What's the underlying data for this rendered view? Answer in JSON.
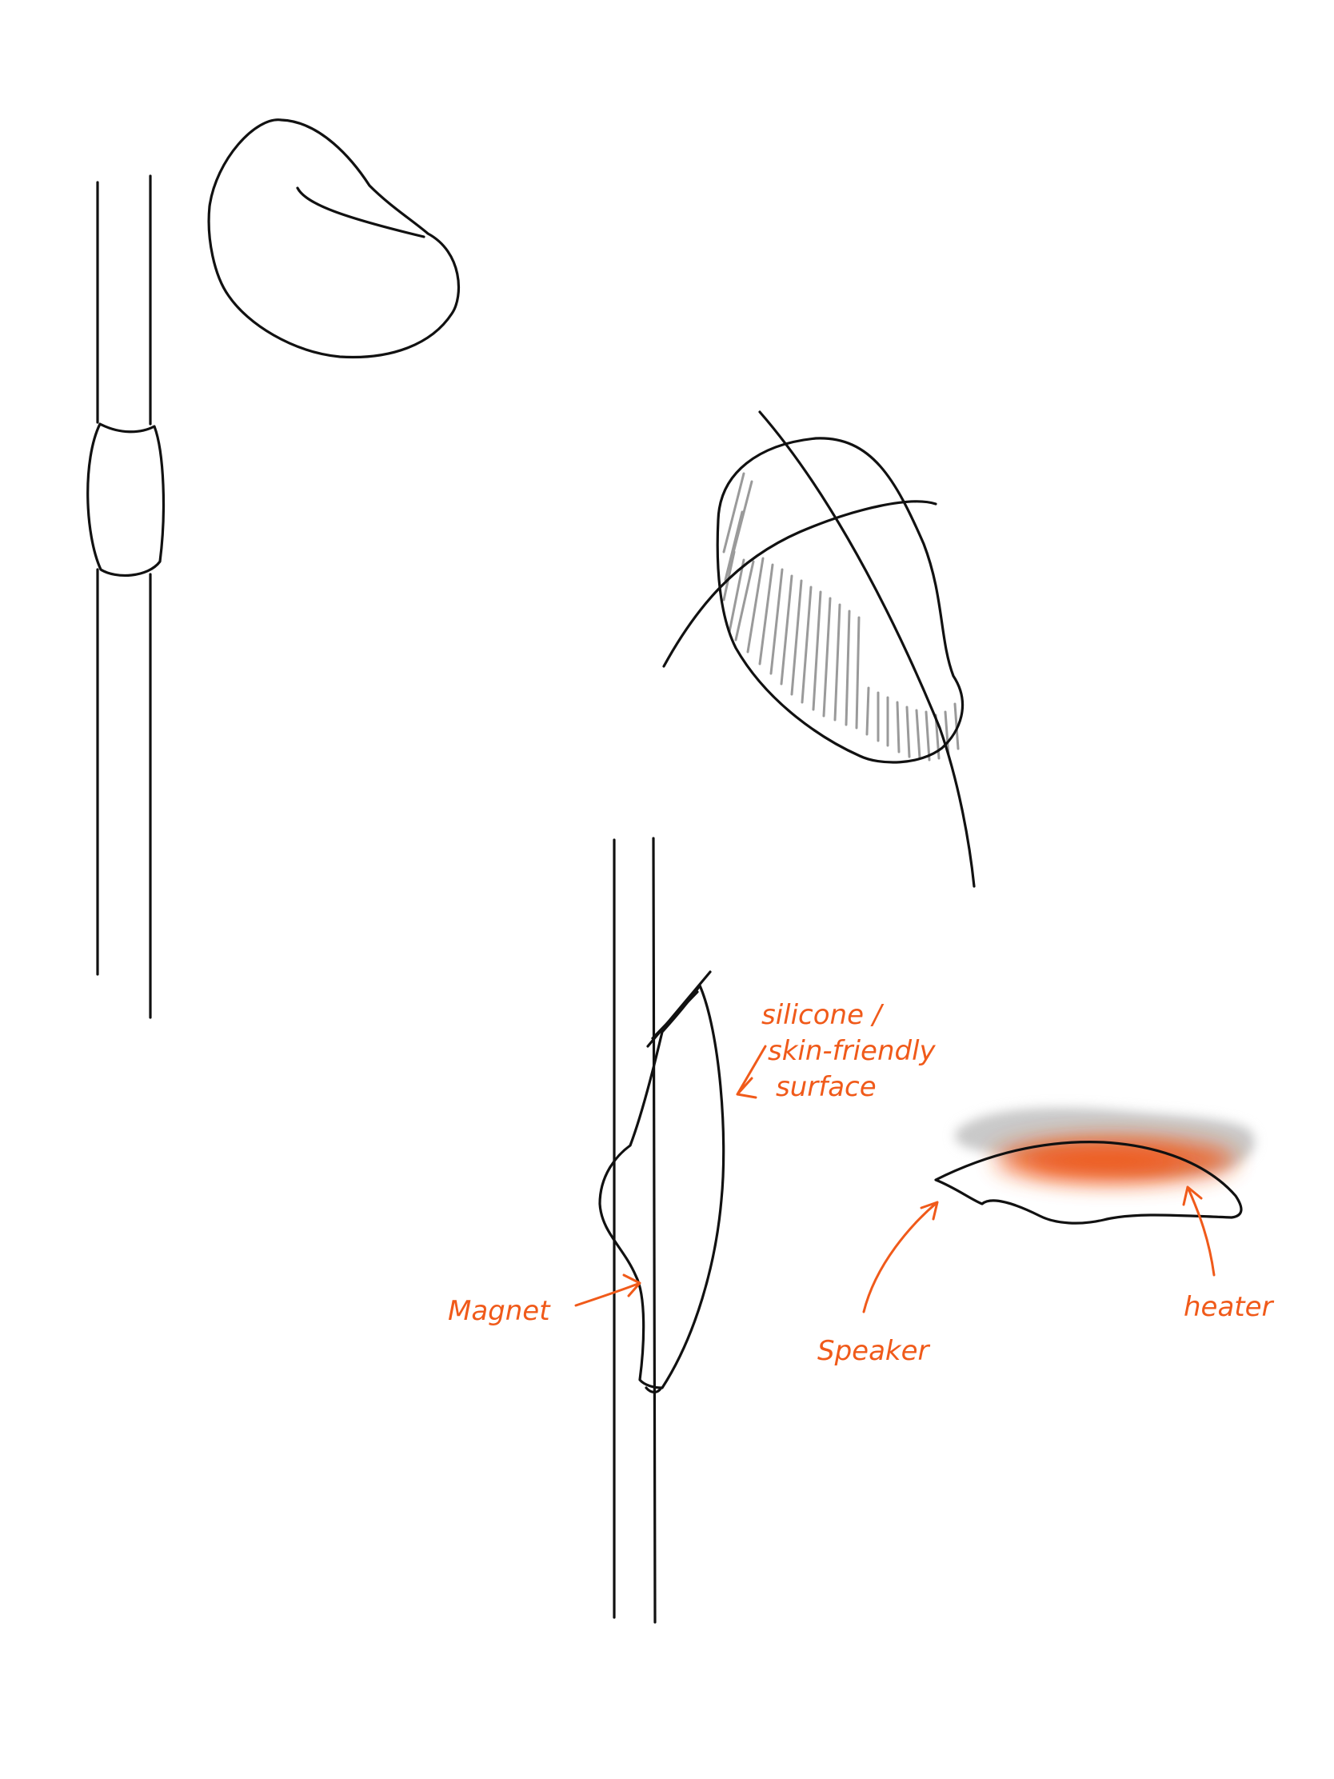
{
  "colors": {
    "ink": "#111111",
    "accent": "#f05a1a",
    "shade": "#9a9a9a",
    "cloud": "#c9c9c9",
    "background": "#ffffff"
  },
  "annotations": {
    "silicone_line1": "silicone /",
    "silicone_line2": "skin-friendly",
    "silicone_line3": "surface",
    "magnet": "Magnet",
    "speaker": "Speaker",
    "heater": "heater"
  }
}
